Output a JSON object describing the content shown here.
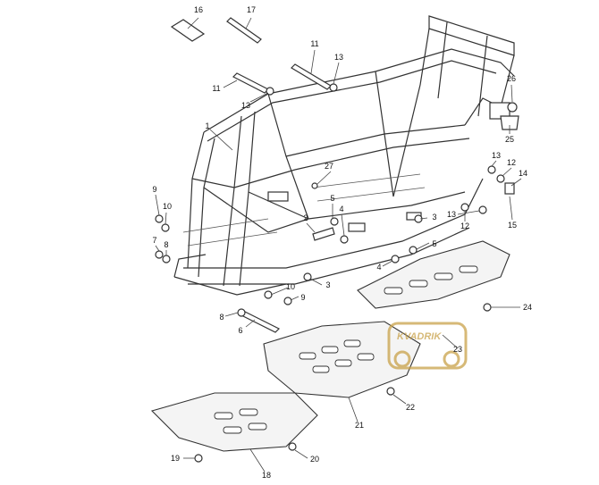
{
  "callouts": [
    {
      "id": "1",
      "label": "1"
    },
    {
      "id": "2",
      "label": "2"
    },
    {
      "id": "3a",
      "label": "3"
    },
    {
      "id": "3b",
      "label": "3"
    },
    {
      "id": "4a",
      "label": "4"
    },
    {
      "id": "4b",
      "label": "4"
    },
    {
      "id": "5a",
      "label": "5"
    },
    {
      "id": "5b",
      "label": "5"
    },
    {
      "id": "6",
      "label": "6"
    },
    {
      "id": "7",
      "label": "7"
    },
    {
      "id": "8a",
      "label": "8"
    },
    {
      "id": "8b",
      "label": "8"
    },
    {
      "id": "9a",
      "label": "9"
    },
    {
      "id": "9b",
      "label": "9"
    },
    {
      "id": "10a",
      "label": "10"
    },
    {
      "id": "10b",
      "label": "10"
    },
    {
      "id": "11a",
      "label": "11"
    },
    {
      "id": "11b",
      "label": "11"
    },
    {
      "id": "12a",
      "label": "12"
    },
    {
      "id": "12b",
      "label": "12"
    },
    {
      "id": "13a",
      "label": "13"
    },
    {
      "id": "13b",
      "label": "13"
    },
    {
      "id": "13c",
      "label": "13"
    },
    {
      "id": "13d",
      "label": "13"
    },
    {
      "id": "14",
      "label": "14"
    },
    {
      "id": "15",
      "label": "15"
    },
    {
      "id": "16",
      "label": "16"
    },
    {
      "id": "17",
      "label": "17"
    },
    {
      "id": "18",
      "label": "18"
    },
    {
      "id": "19",
      "label": "19"
    },
    {
      "id": "20",
      "label": "20"
    },
    {
      "id": "21",
      "label": "21"
    },
    {
      "id": "22",
      "label": "22"
    },
    {
      "id": "23",
      "label": "23"
    },
    {
      "id": "24",
      "label": "24"
    },
    {
      "id": "25",
      "label": "25"
    },
    {
      "id": "26",
      "label": "26"
    },
    {
      "id": "27",
      "label": "27"
    }
  ],
  "watermark": {
    "text": "KVADRIK",
    "color": "#c9a24a"
  }
}
